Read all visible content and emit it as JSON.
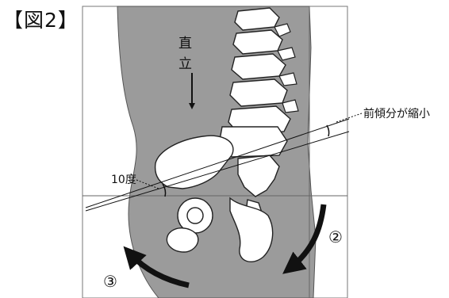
{
  "figure_label": "【図2】",
  "labels": {
    "upright_top": "直",
    "upright_bottom": "立",
    "tilt_reduced": "前傾分が縮小",
    "angle": "10度",
    "step_2": "②",
    "step_3": "③"
  },
  "colors": {
    "tissue": "#9b9b9b",
    "bone": "#ffffff",
    "line": "#111111"
  }
}
